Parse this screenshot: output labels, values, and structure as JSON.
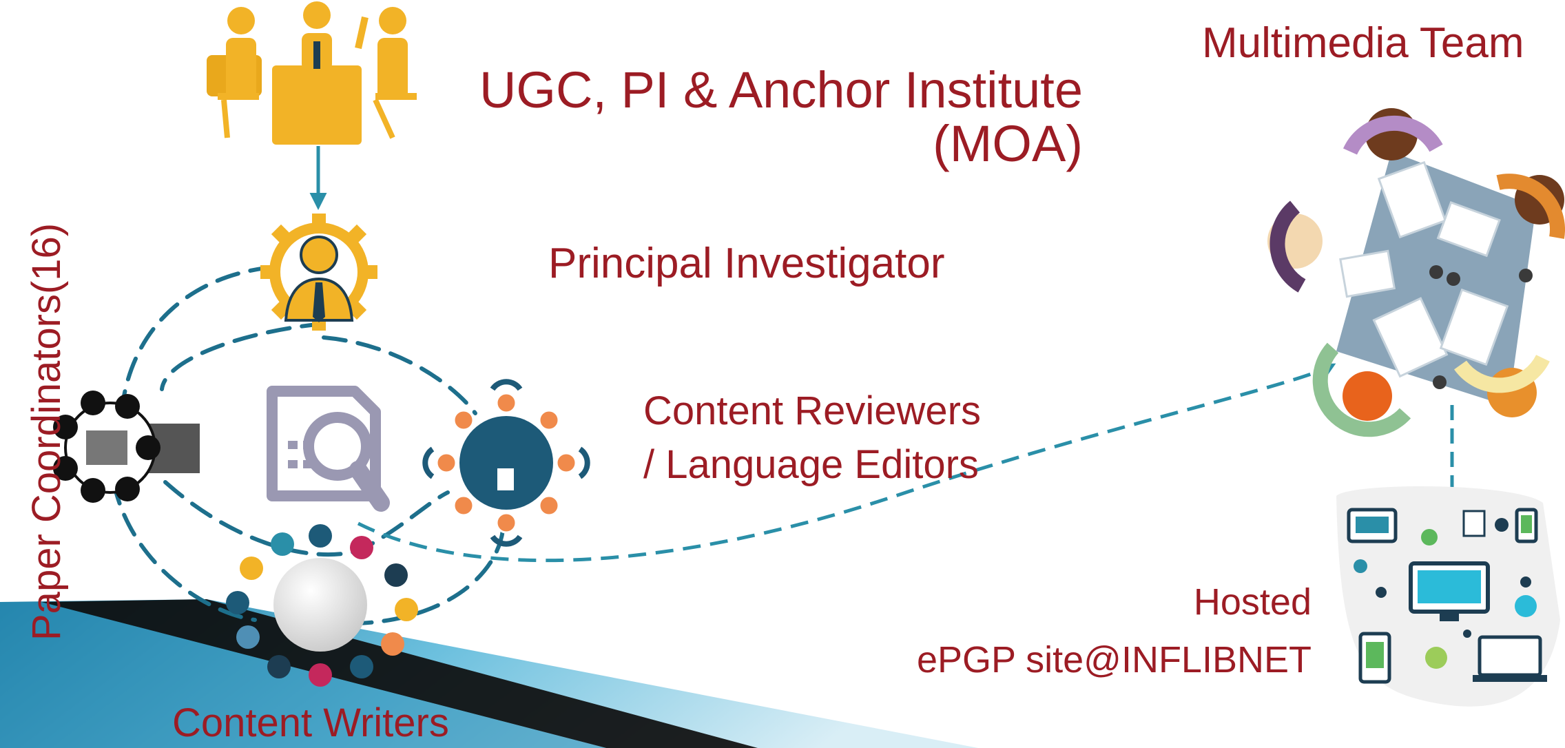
{
  "labels": {
    "ugc_line1": "UGC, PI & Anchor Institute",
    "ugc_line2": "(MOA)",
    "principal_investigator": "Principal Investigator",
    "reviewers_line1": "Content Reviewers",
    "reviewers_line2": "/ Language Editors",
    "multimedia_team": "Multimedia Team",
    "hosted_line1": "Hosted",
    "hosted_line2": "ePGP site@INFLIBNET",
    "content_writers": "Content Writers",
    "paper_coordinators": "Paper Coordinators(16)"
  },
  "colors": {
    "label_red": "#9c1c24",
    "arrow_teal": "#2a8fa8",
    "meeting_yellow": "#f2b327",
    "dark_blue": "#1d5a78",
    "orange_people": "#f08a4b",
    "doc_gray": "#9a98b2"
  },
  "icons": {
    "top": "meeting-people-icon",
    "pi": "gear-person-icon",
    "center": "document-search-icon",
    "reviewers": "round-table-icon",
    "coordinators": "group-huddle-icon",
    "writers": "circle-people-icon",
    "multimedia": "team-desk-icon",
    "hosted": "devices-network-icon"
  }
}
